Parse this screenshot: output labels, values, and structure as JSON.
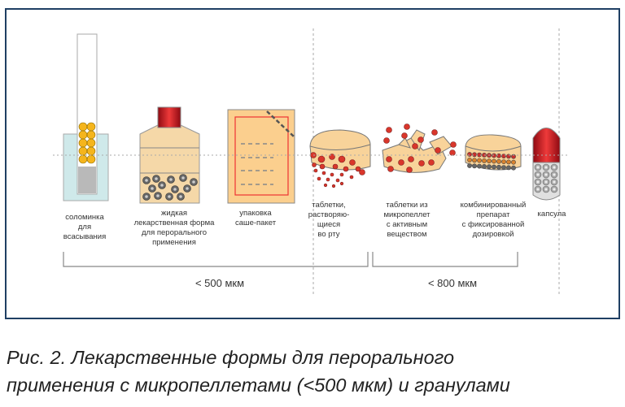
{
  "figure": {
    "items": [
      {
        "lines": [
          "соломинка",
          "для",
          "всасывания"
        ]
      },
      {
        "lines": [
          "жидкая",
          "лекарственная форма",
          "для перорального",
          "применения"
        ]
      },
      {
        "lines": [
          "упаковка",
          "саше-пакет"
        ]
      },
      {
        "lines": [
          "таблетки,",
          "растворяю-",
          "щиеся",
          "во рту"
        ]
      },
      {
        "lines": [
          "таблетки из",
          "микропеллет",
          "с активным",
          "веществом"
        ]
      },
      {
        "lines": [
          "комбинированный",
          "препарат",
          "с фиксированной",
          "дозировкой"
        ]
      },
      {
        "lines": [
          "капсула"
        ]
      }
    ],
    "ranges": [
      "< 500 мкм",
      "< 800 мкм"
    ],
    "colors": {
      "frame": "#1f3f63",
      "pellet_red": "#d9362b",
      "pellet_yellow": "#f5b51c",
      "tablet": "#f8d39a",
      "cap_red": "#c8101c"
    }
  },
  "caption": {
    "line1": "Рис. 2. Лекарственные формы для перорального",
    "line2": "применения с микропеллетами (<500 мкм) и гранулами"
  }
}
